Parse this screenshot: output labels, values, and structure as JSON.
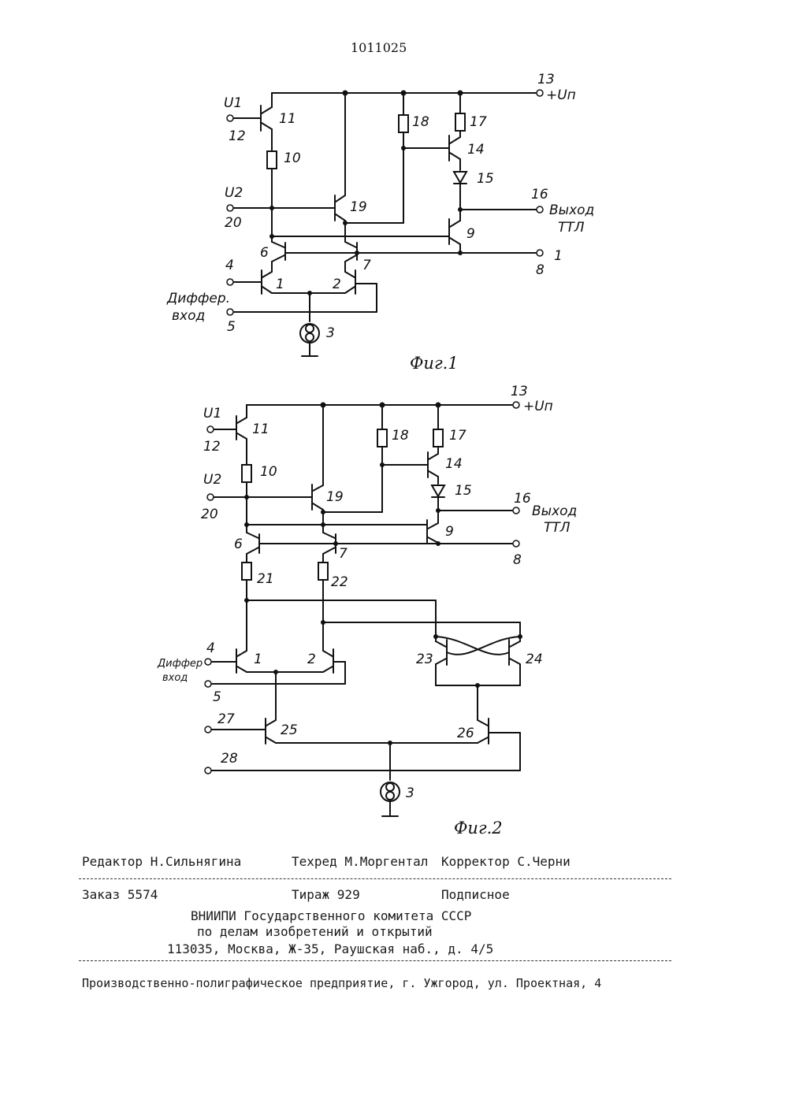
{
  "patent_number": "1011025",
  "figures": [
    {
      "caption": "Фиг.1",
      "labels": {
        "u1": "U1",
        "u2": "U2",
        "vcc": "+Uп",
        "out": "Выход",
        "ttl": "ТТЛ",
        "diff": "Диффер.",
        "inp": "вход",
        "n13": "13",
        "n12": "12",
        "n20": "20",
        "n16": "16",
        "n4": "4",
        "n5": "5",
        "n8": "8",
        "nL": "1",
        "q11": "11",
        "r10": "10",
        "r18": "18",
        "r17": "17",
        "q14": "14",
        "d15": "15",
        "q19": "19",
        "q9": "9",
        "q6": "6",
        "q7": "7",
        "q1": "1",
        "q2": "2",
        "cs3": "3"
      }
    },
    {
      "caption": "Фиг.2",
      "labels": {
        "u1": "U1",
        "u2": "U2",
        "vcc": "+Uп",
        "out": "Выход",
        "ttl": "ТТЛ",
        "diff": "Диффер",
        "inp": "вход",
        "n13": "13",
        "n12": "12",
        "n20": "20",
        "n16": "16",
        "n8": "8",
        "n4": "4",
        "n5": "5",
        "n27": "27",
        "n28": "28",
        "q11": "11",
        "r10": "10",
        "r18": "18",
        "r17": "17",
        "q14": "14",
        "d15": "15",
        "q19": "19",
        "q9": "9",
        "q6": "6",
        "q7": "7",
        "r21": "21",
        "r22": "22",
        "q1": "1",
        "q2": "2",
        "q23": "23",
        "q24": "24",
        "q25": "25",
        "q26": "26",
        "cs3": "3"
      }
    }
  ],
  "footer": {
    "editor": "Редактор Н.Сильнягина",
    "techred": "Техред М.Моргентал",
    "corrector": "Корректор С.Черни",
    "order": "Заказ 5574",
    "circulation": "Тираж 929",
    "subscription": "Подписное",
    "org_line1": "ВНИИПИ Государственного комитета СССР",
    "org_line2": "по делам изобретений и открытий",
    "org_line3": "113035, Москва, Ж-35, Раушская наб., д. 4/5",
    "printer": "Производственно-полиграфическое предприятие, г. Ужгород, ул. Проектная, 4"
  }
}
